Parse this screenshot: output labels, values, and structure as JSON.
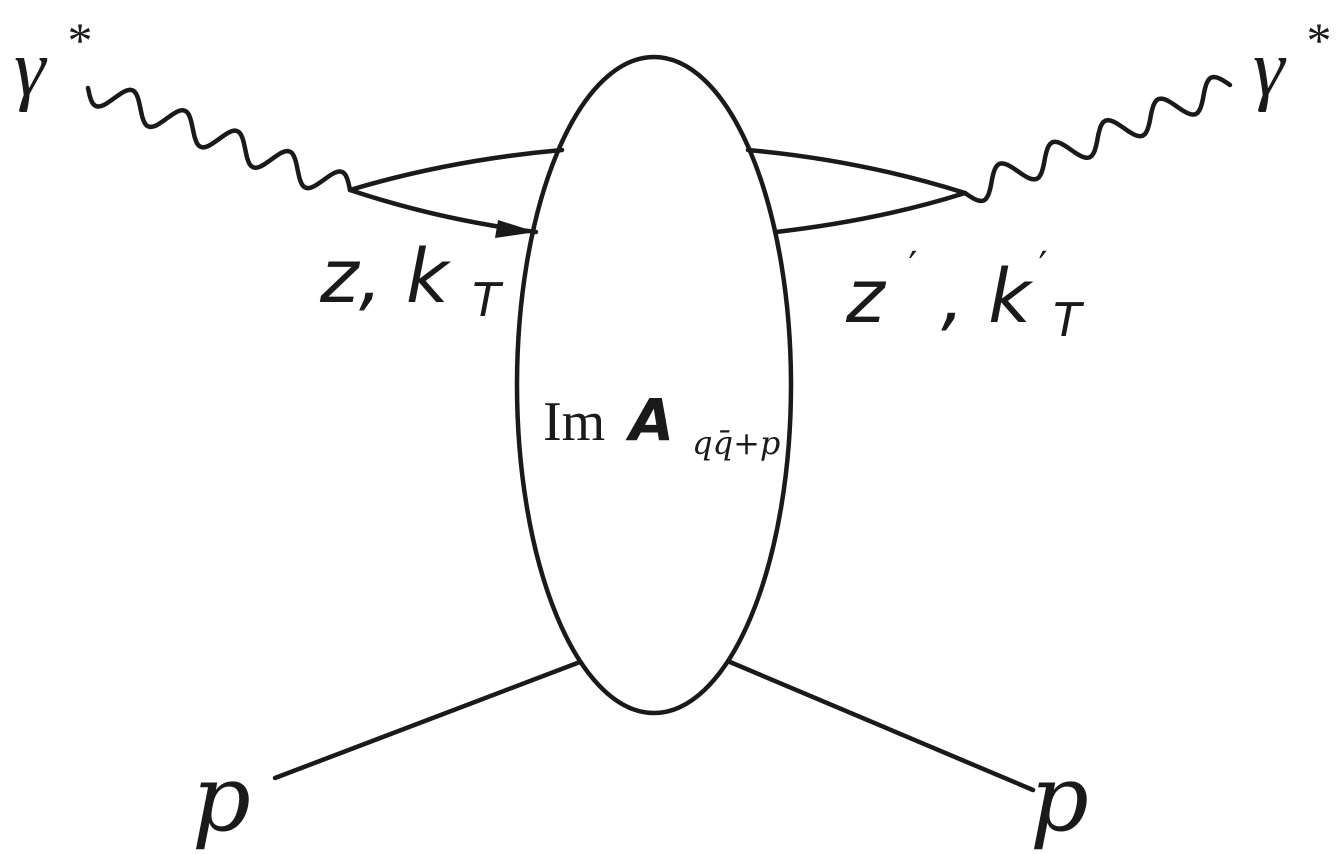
{
  "photon_in": {
    "symbol": "γ",
    "superscript": "*"
  },
  "photon_out": {
    "symbol": "γ",
    "superscript": "*"
  },
  "quark_in_label": {
    "z": "z,",
    "k": "k",
    "sub": "T"
  },
  "quark_out_label": {
    "z": "z",
    "z_prime": "′",
    "comma": ",",
    "k": "k",
    "k_prime": "′",
    "sub": "T"
  },
  "blob": {
    "im": "Im",
    "amp": "A",
    "sub": "qq̄+p"
  },
  "proton_in": "p",
  "proton_out": "p"
}
